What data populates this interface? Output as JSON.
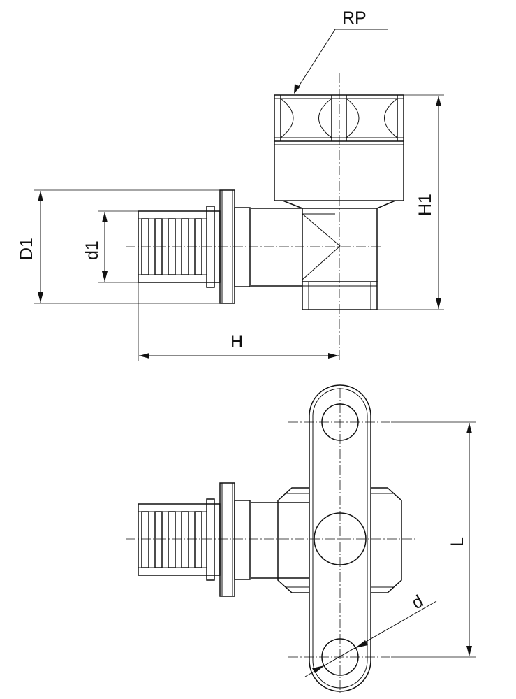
{
  "labels": {
    "rp": "RP",
    "h1": "H1",
    "d1_outer": "D1",
    "d1_inner": "d1",
    "h": "H",
    "l": "L",
    "d": "d"
  }
}
